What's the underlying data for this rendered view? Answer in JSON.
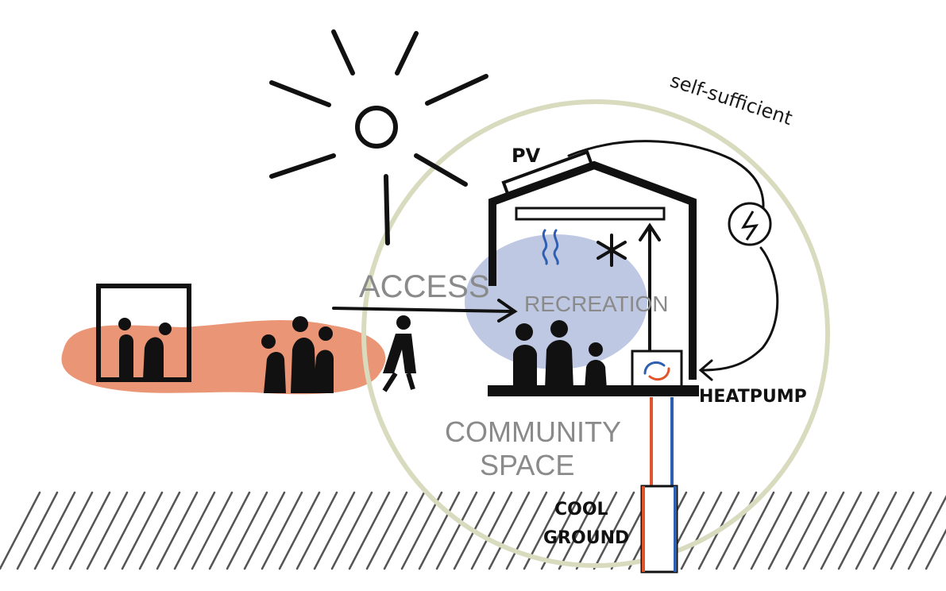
{
  "labels": {
    "self_sufficient": "self-sufficient",
    "pv": "PV",
    "access": "ACCESS",
    "recreation": "RECREATION",
    "heatpump": "HEATPUMP",
    "community_line1": "COMMUNITY",
    "community_line2": "SPACE",
    "cool_line1": "COOL",
    "cool_line2": "GROUND"
  },
  "icons": {
    "sun": "sun-icon",
    "lightning": "lightning-icon",
    "snowflake": "snowflake-icon",
    "heat_waves": "heat-waves-icon",
    "cycle": "cycle-arrows-icon"
  },
  "colors": {
    "ink": "#111111",
    "orange_blob": "#e88a66",
    "blue_haze": "#a9b6d9",
    "circle": "#d9dbbf",
    "grey_text": "#8a8a8a",
    "pipe_red": "#e0552c",
    "pipe_blue": "#2f5fb0"
  }
}
